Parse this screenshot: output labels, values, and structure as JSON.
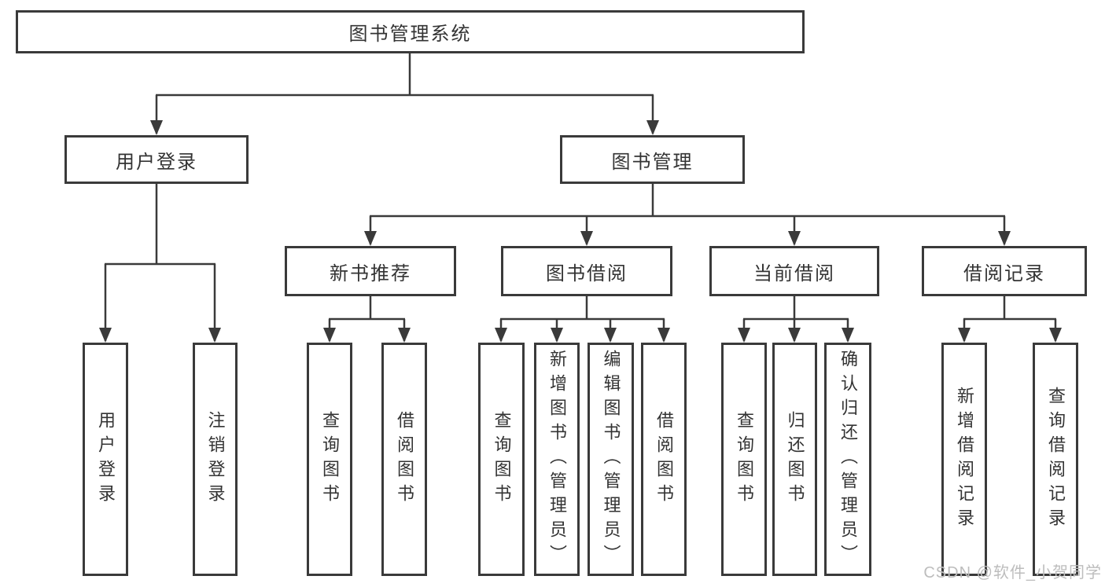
{
  "diagram": {
    "type": "hierarchy-tree",
    "background": "#ffffff",
    "line_color": "#3a3a3a",
    "box_border_color": "#3a3a3a",
    "text_color": "#333333"
  },
  "tree": {
    "label": "图书管理系统",
    "children": [
      {
        "label": "用户登录",
        "children": [
          {
            "label": "用户登录"
          },
          {
            "label": "注销登录"
          }
        ]
      },
      {
        "label": "图书管理",
        "children": [
          {
            "label": "新书推荐",
            "children": [
              {
                "label": "查询图书"
              },
              {
                "label": "借阅图书"
              }
            ]
          },
          {
            "label": "图书借阅",
            "children": [
              {
                "label": "查询图书"
              },
              {
                "label": "新增图书（管理员）"
              },
              {
                "label": "编辑图书（管理员）"
              },
              {
                "label": "借阅图书"
              }
            ]
          },
          {
            "label": "当前借阅",
            "children": [
              {
                "label": "查询图书"
              },
              {
                "label": "归还图书"
              },
              {
                "label": "确认归还（管理员）"
              }
            ]
          },
          {
            "label": "借阅记录",
            "children": [
              {
                "label": "新增借阅记录"
              },
              {
                "label": "查询借阅记录"
              }
            ]
          }
        ]
      }
    ]
  },
  "watermark": {
    "text": "CSDN @软件_小贺同学",
    "color": "#bdbdbd"
  }
}
